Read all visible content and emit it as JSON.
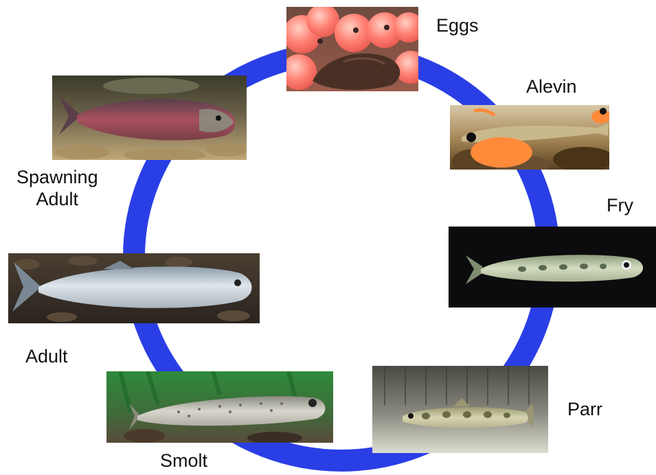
{
  "colors": {
    "cycle_ring": "#2a3ee6",
    "background": "#ffffff",
    "label_text": "#111111"
  },
  "stages": {
    "eggs": {
      "label": "Eggs",
      "photo": "salmon-eggs-photo"
    },
    "alevin": {
      "label": "Alevin",
      "photo": "alevin-photo"
    },
    "fry": {
      "label": "Fry",
      "photo": "fry-photo"
    },
    "parr": {
      "label": "Parr",
      "photo": "parr-photo"
    },
    "smolt": {
      "label": "Smolt",
      "photo": "smolt-photo"
    },
    "adult": {
      "label": "Adult",
      "photo": "adult-salmon-photo"
    },
    "spawning_adult": {
      "label_line1": "Spawning",
      "label_line2": "Adult",
      "photo": "spawning-salmon-photo"
    }
  }
}
